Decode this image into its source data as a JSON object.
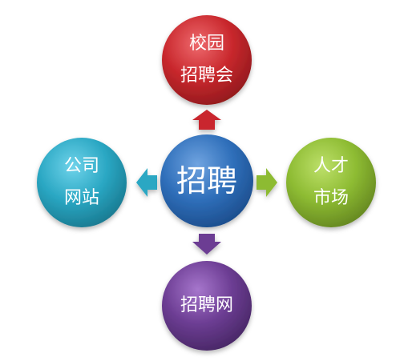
{
  "center": {
    "label": "招聘",
    "color": "#2f6fba"
  },
  "top": {
    "label": "校园\n招聘会",
    "color": "#c9282d",
    "arrow_color": "#c9282d"
  },
  "left": {
    "label": "公司\n网站",
    "color": "#2aa7c3",
    "arrow_color": "#2aa7c3"
  },
  "right": {
    "label": "人才\n市场",
    "color": "#8dbb32",
    "arrow_color": "#8dbb32"
  },
  "bottom": {
    "label": "招聘网",
    "color": "#6c3d93",
    "arrow_color": "#6c3d93"
  }
}
